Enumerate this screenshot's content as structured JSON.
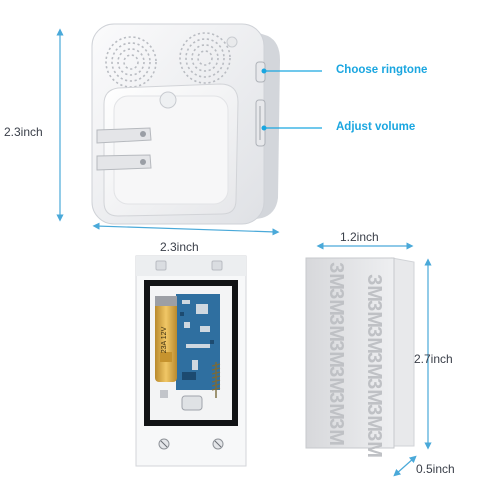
{
  "callouts": {
    "choose_ringtone": "Choose ringtone",
    "adjust_volume": "Adjust volume"
  },
  "dimensions": {
    "receiver_height": "2.3inch",
    "receiver_width": "2.3inch",
    "transmitter_width": "1.2inch",
    "transmitter_height": "2.7inch",
    "transmitter_depth": "0.5inch"
  },
  "battery_text": "23A 12V",
  "tape_brand": "3M",
  "colors": {
    "accent": "#1aa6e0",
    "device_body": "#f3f4f6",
    "dimension_line": "#4aa9d9",
    "pcb": "#2f6fa0",
    "battery": "#d9a441"
  }
}
